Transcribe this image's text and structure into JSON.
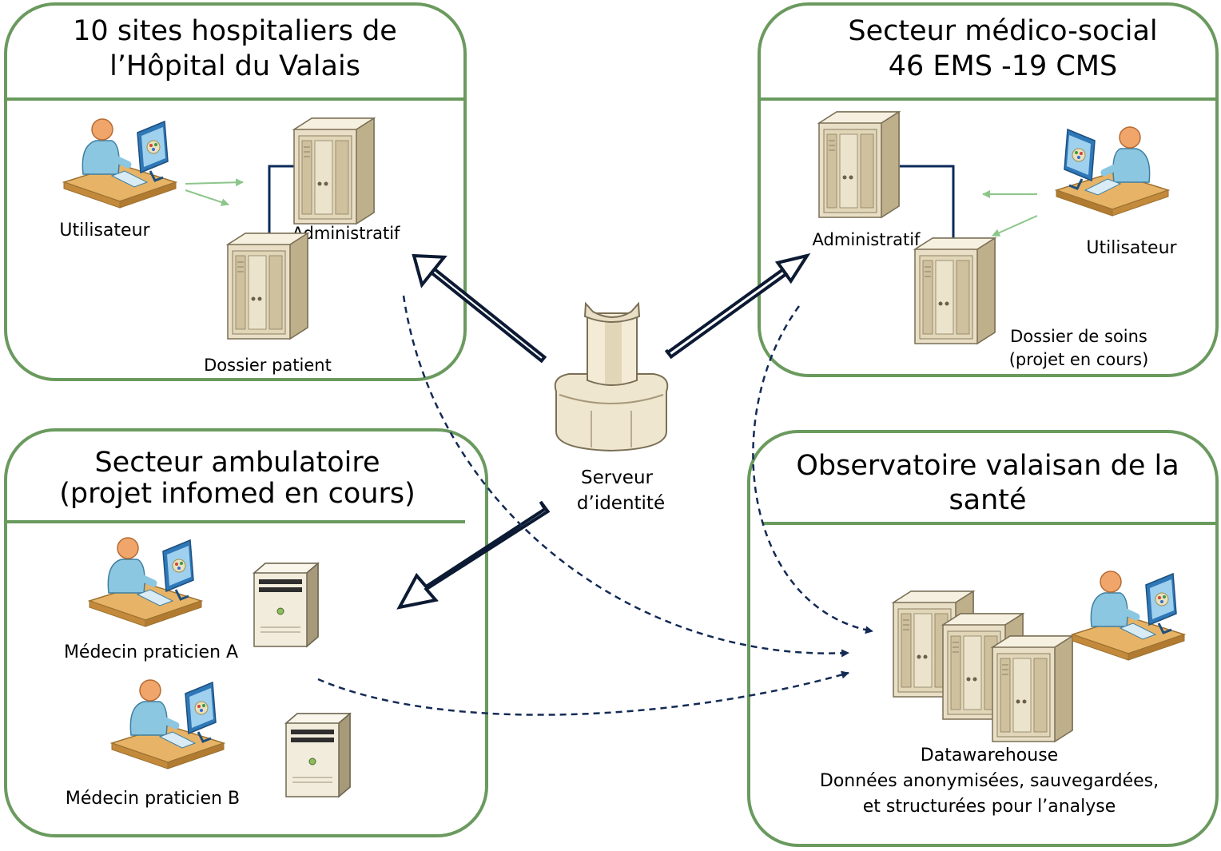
{
  "panels": {
    "hospital": {
      "title_line1": "10 sites hospitaliers de",
      "title_line2": "l’Hôpital du Valais",
      "user_label": "Utilisateur",
      "admin_label": "Administratif",
      "records_label": "Dossier patient"
    },
    "medico_social": {
      "title_line1": "Secteur médico-social",
      "title_line2": "46 EMS -19 CMS",
      "admin_label": "Administratif",
      "user_label": "Utilisateur",
      "records_line1": "Dossier de soins",
      "records_line2": "(projet en cours)"
    },
    "ambulatory": {
      "title_line1": "Secteur ambulatoire",
      "title_line2": "(projet infomed en cours)",
      "doctor_a_label": "Médecin praticien A",
      "doctor_b_label": "Médecin praticien B"
    },
    "observatory": {
      "title_line1": "Observatoire valaisan de la",
      "title_line2": "santé",
      "dw_line1": "Datawarehouse",
      "dw_line2": "Données anonymisées, sauvegardées,",
      "dw_line3": "et structurées pour l’analyse"
    }
  },
  "center": {
    "label_line1": "Serveur",
    "label_line2": "d’identité"
  },
  "colors": {
    "panel_border": "#6a9a5e",
    "arrow_outline": "#0c1a33",
    "dashed_flow": "#132a55",
    "small_arrows": "#8cc68a",
    "server_body": "#e9dfc6",
    "server_shade": "#bfb08c",
    "link_line": "#0c2a5a"
  }
}
